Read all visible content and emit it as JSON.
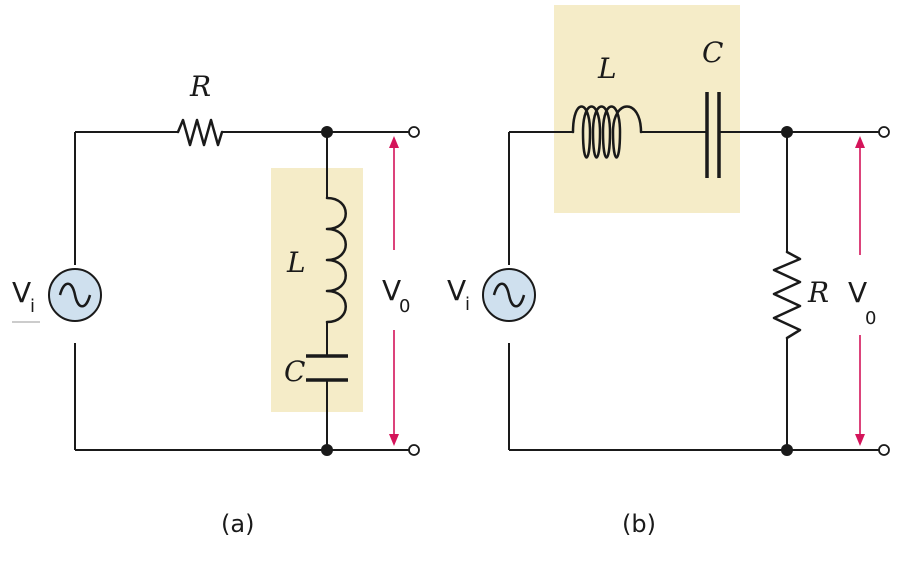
{
  "colors": {
    "highlight": "#f5ecc8",
    "source_fill": "#cfe0ee",
    "arrow": "#d4145a",
    "wire": "#1a1a1a"
  },
  "circuit_a": {
    "caption": "(a)",
    "source_label": "V",
    "source_sub": "i",
    "resistor_label": "R",
    "inductor_label": "L",
    "capacitor_label": "C",
    "output_label": "V",
    "output_sub": "0"
  },
  "circuit_b": {
    "caption": "(b)",
    "source_label": "V",
    "source_sub": "i",
    "resistor_label": "R",
    "inductor_label": "L",
    "capacitor_label": "C",
    "output_label": "V",
    "output_sub": "0"
  }
}
